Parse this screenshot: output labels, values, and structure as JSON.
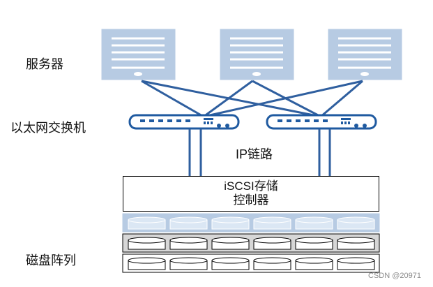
{
  "labels": {
    "servers": "服务器",
    "switches": "以太网交换机",
    "ip_link": "IP链路",
    "storage_line1": "iSCSI存储",
    "storage_line2": "控制器",
    "disk_array": "磁盘阵列"
  },
  "watermark": "CSDN @20971",
  "colors": {
    "server_fill": "#b7cbe3",
    "link_blue": "#2f5f9f",
    "switch_border": "#1f5aa0",
    "disk_top_row": "#b7cbe3",
    "disk_middle_row": "#d7d7d7",
    "disk_bottom_row": "#ffffff"
  },
  "icons": {
    "server": "server-icon",
    "switch": "network-switch-icon",
    "disk": "disk-cylinder-icon"
  }
}
